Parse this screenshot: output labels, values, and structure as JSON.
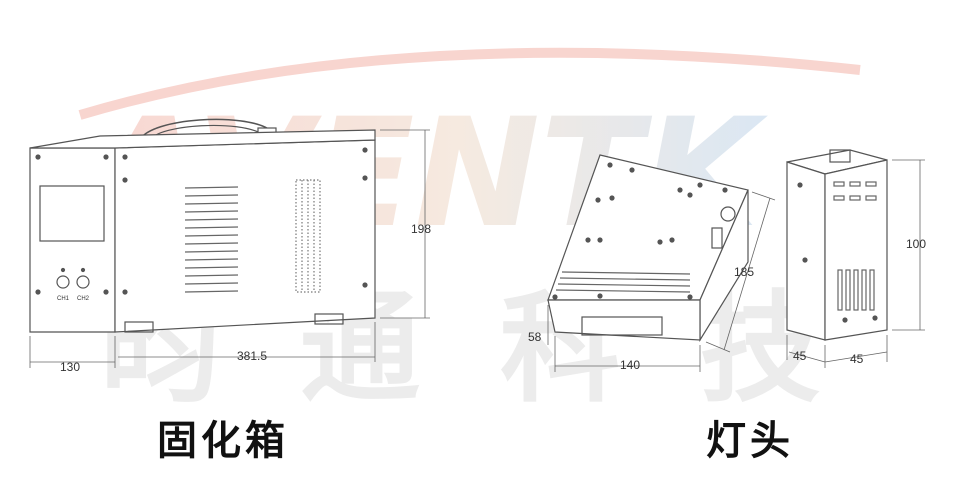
{
  "watermark": {
    "logo_text": "AVENTK",
    "brand_chars": [
      "昀",
      "通",
      "科",
      "技"
    ]
  },
  "captions": {
    "left": "固化箱",
    "right": "灯头"
  },
  "dimensions": {
    "box_height": "198",
    "box_depth": "130",
    "box_length": "381.5",
    "lamp_length": "185",
    "lamp_height": "58",
    "lamp_width": "140",
    "small_height": "100",
    "small_depth": "45",
    "small_width": "45"
  },
  "box_labels": {
    "ch1": "CH1",
    "ch2": "CH2"
  },
  "colors": {
    "line": "#555555",
    "watermark_red": "#f6c7c0",
    "watermark_blue": "#cfe0f0",
    "watermark_gray": "#e6e6e6"
  }
}
